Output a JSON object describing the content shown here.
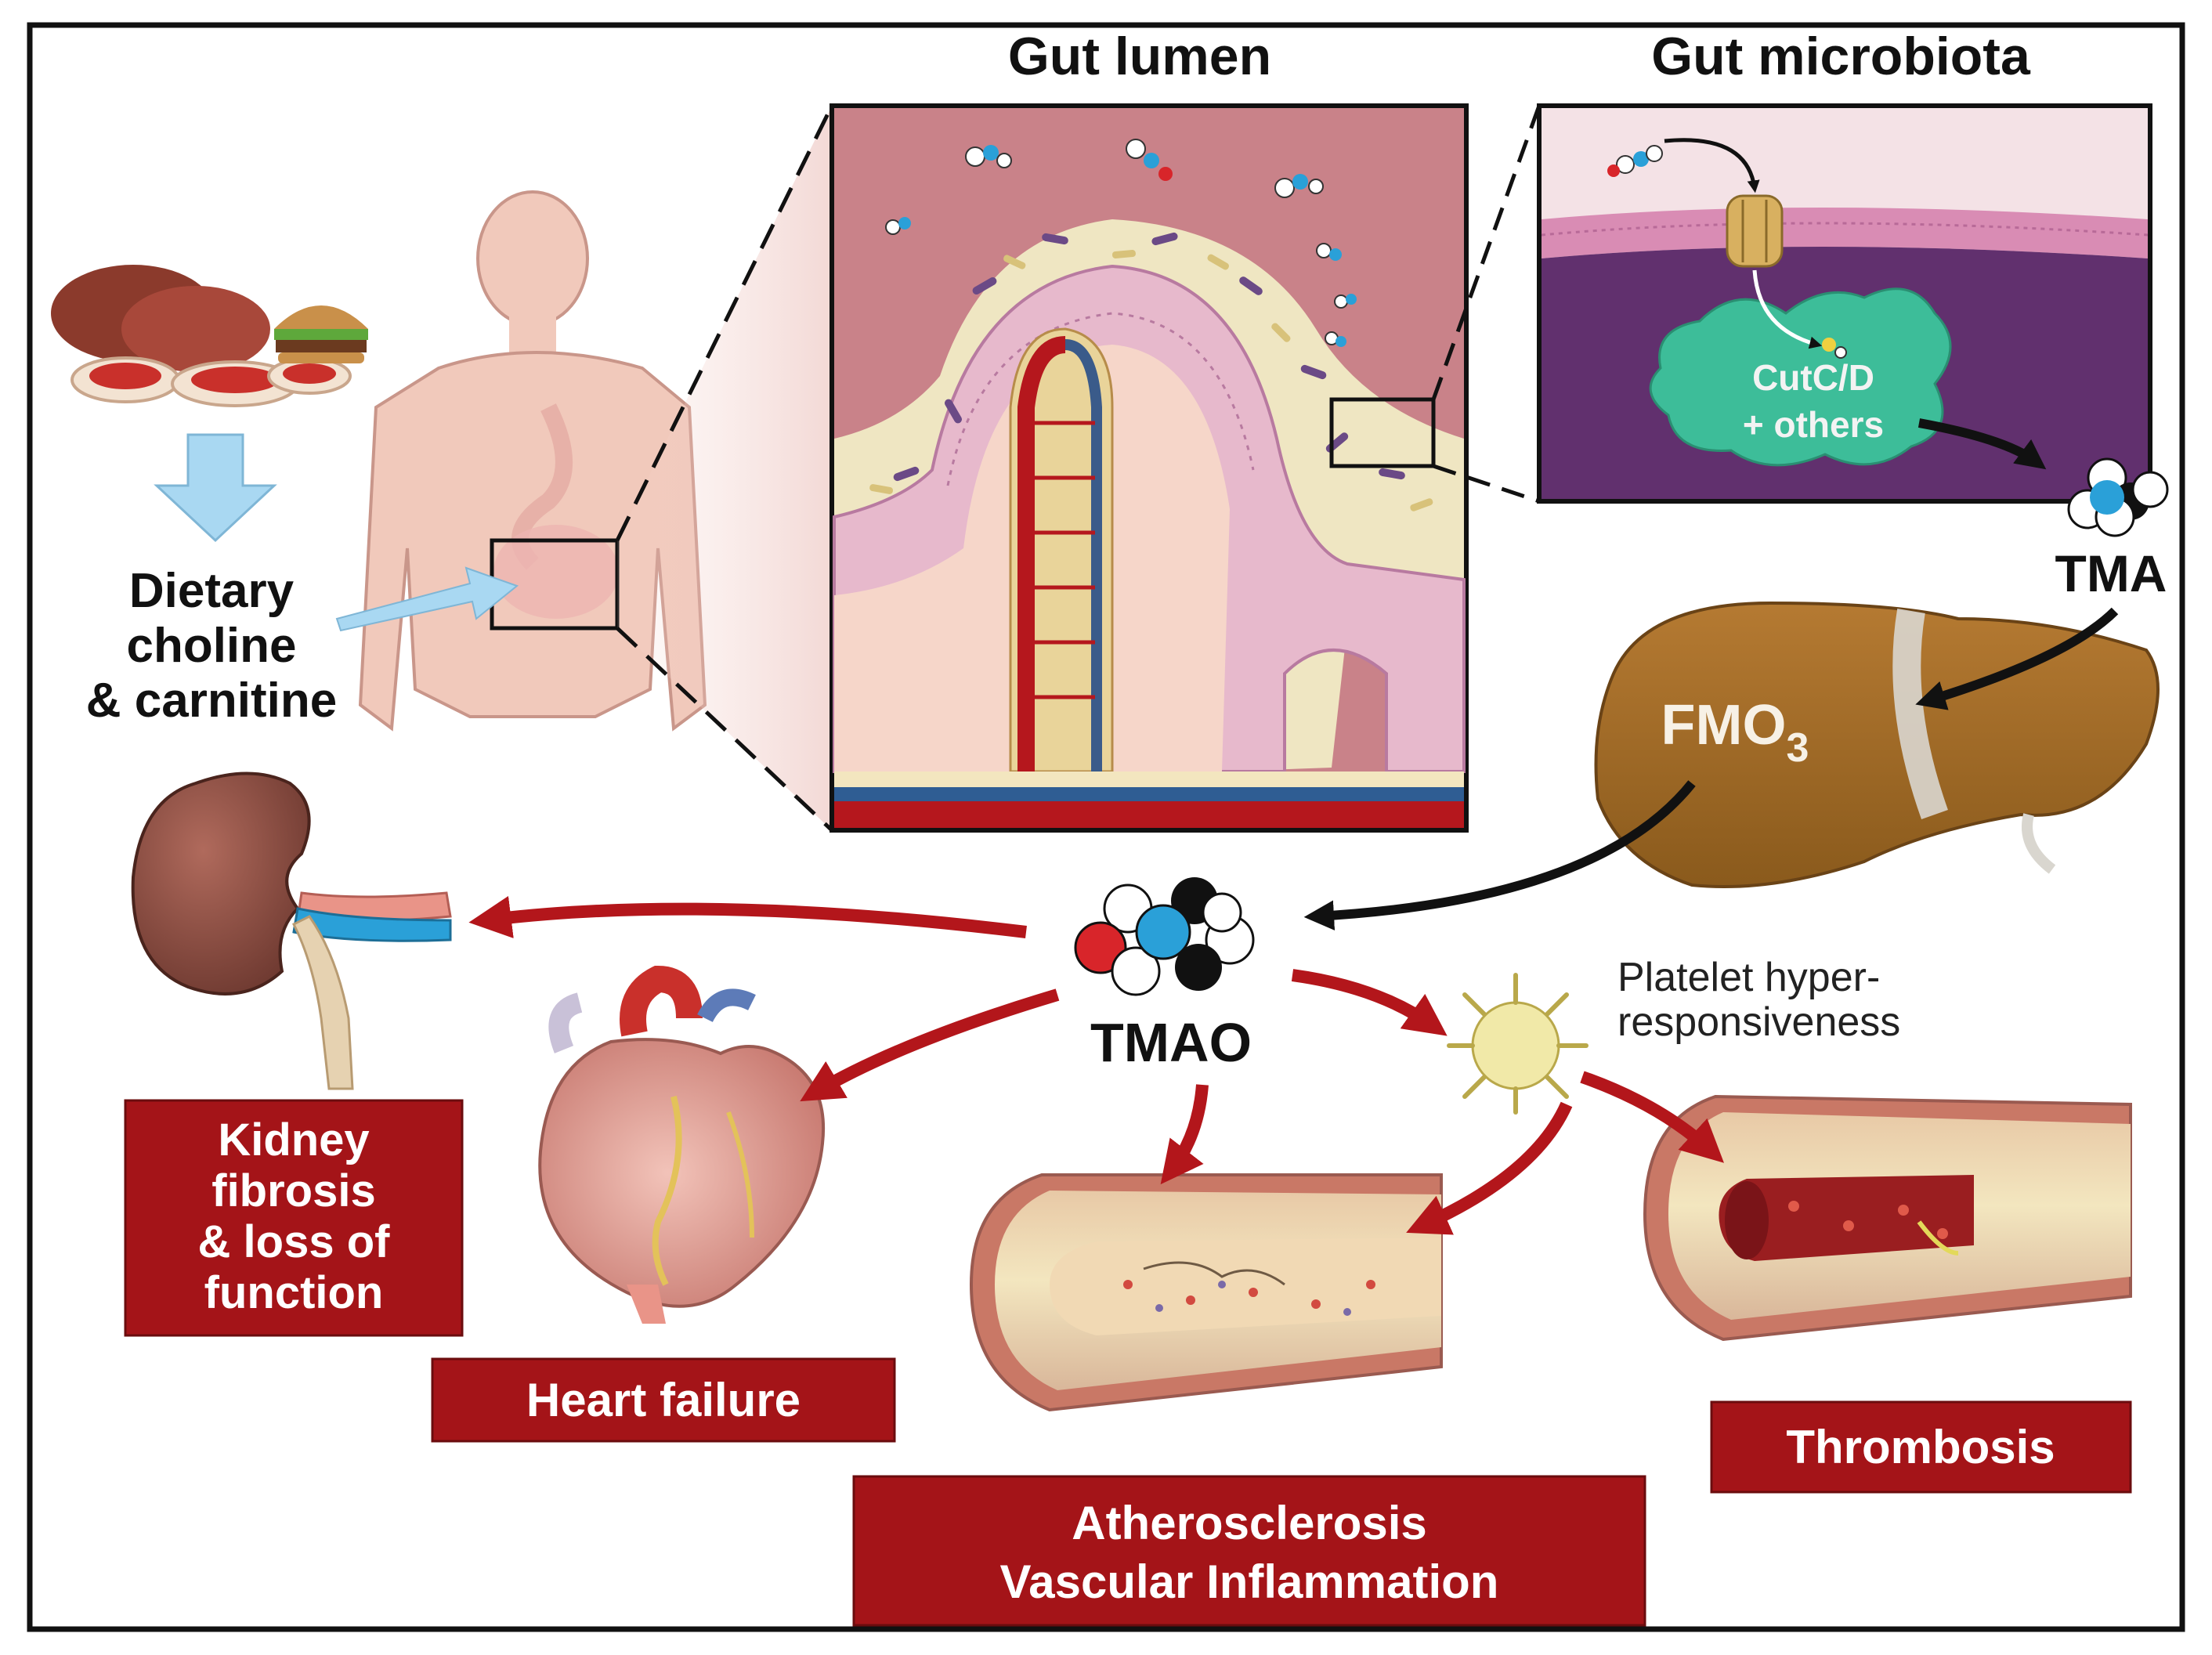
{
  "labels": {
    "gut_lumen": "Gut lumen",
    "gut_microbiota": "Gut microbiota",
    "dietary": [
      "Dietary",
      "choline",
      "& carnitine"
    ],
    "enzyme": [
      "CutC/D",
      "+ others"
    ],
    "tma": "TMA",
    "fmo3_main": "FMO",
    "fmo3_sub": "3",
    "tmao": "TMAO",
    "platelet": [
      "Platelet hyper-",
      "responsiveness"
    ]
  },
  "outcomes": {
    "kidney": [
      "Kidney",
      "fibrosis",
      "& loss of",
      "function"
    ],
    "heart": "Heart failure",
    "athero": [
      "Atherosclerosis",
      "Vascular Inflammation"
    ],
    "thrombosis": "Thrombosis"
  },
  "colors": {
    "outcome_box": "#a41418",
    "arrow_red": "#b3161b",
    "arrow_black": "#111111",
    "diet_arrow": "#a9d8f2",
    "lumen_bg": "#c98289",
    "villus_mucus": "#efe6c2",
    "membrane": "#d98cb4",
    "microbe_cytoplasm": "#61306e",
    "enzyme": "#3dbd99",
    "liver": "#9a6524",
    "kidney": "#8a4a3e",
    "skin": "#f1c9bb"
  },
  "icons": [
    "meat-food-icon",
    "burger-icon",
    "human-body-icon",
    "kidney-icon",
    "heart-icon",
    "liver-icon",
    "platelet-icon",
    "molecule-icon",
    "artery-icon",
    "clot-icon"
  ]
}
